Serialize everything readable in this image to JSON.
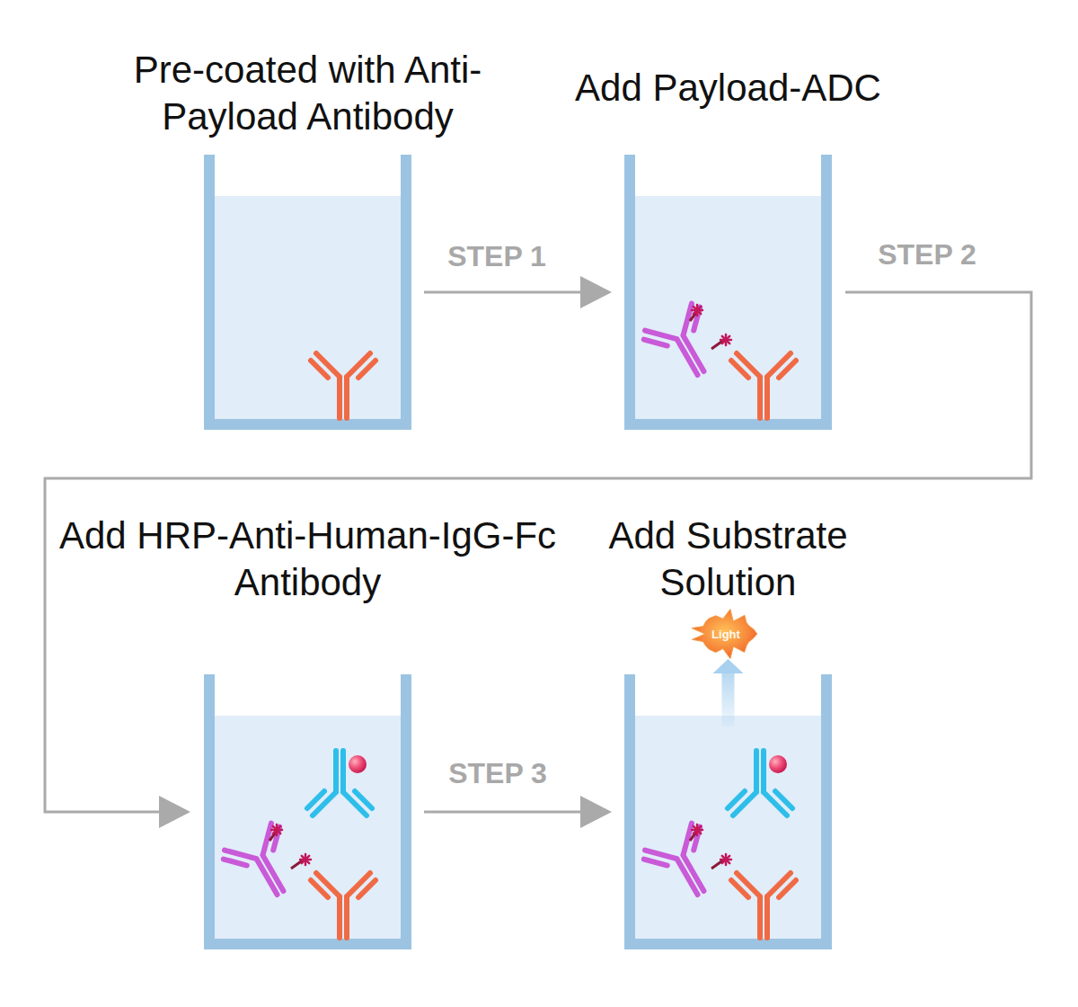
{
  "diagram": {
    "nodes": [
      {
        "text": [
          "Pre-coated with Anti-Payload Antibody"
        ]
      },
      {
        "text": [
          "Add Payload-ADC"
        ]
      },
      {
        "text": [
          "Add HRP-Anti-Human-IgG-Fc Antibody"
        ]
      },
      {
        "text": [
          "Add Substrate Solution"
        ]
      },
      {
        "text": [
          "Light"
        ]
      }
    ],
    "edges": [
      {
        "from": 0,
        "to": 1,
        "label": "STEP 1",
        "arrow": "to"
      },
      {
        "from": 1,
        "to": 2,
        "label": "STEP 2",
        "arrow": "to"
      },
      {
        "from": 2,
        "to": 3,
        "label": "STEP 3",
        "arrow": "to"
      },
      {
        "from": 3,
        "to": 4,
        "arrow": "to"
      }
    ]
  }
}
